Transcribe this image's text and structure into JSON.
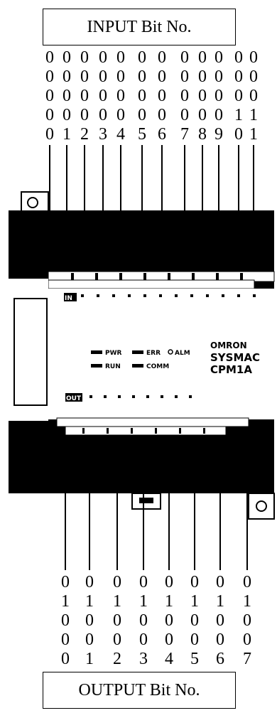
{
  "input_title": "INPUT Bit No.",
  "output_title": "OUTPUT Bit No.",
  "input_bits": [
    [
      "0",
      "0",
      "0",
      "0",
      "0"
    ],
    [
      "0",
      "0",
      "0",
      "0",
      "1"
    ],
    [
      "0",
      "0",
      "0",
      "0",
      "2"
    ],
    [
      "0",
      "0",
      "0",
      "0",
      "3"
    ],
    [
      "0",
      "0",
      "0",
      "0",
      "4"
    ],
    [
      "0",
      "0",
      "0",
      "0",
      "5"
    ],
    [
      "0",
      "0",
      "0",
      "0",
      "6"
    ],
    [
      "0",
      "0",
      "0",
      "0",
      "7"
    ],
    [
      "0",
      "0",
      "0",
      "0",
      "8"
    ],
    [
      "0",
      "0",
      "0",
      "0",
      "9"
    ],
    [
      "0",
      "0",
      "0",
      "1",
      "0"
    ],
    [
      "0",
      "0",
      "0",
      "1",
      "1"
    ]
  ],
  "output_bits": [
    [
      "0",
      "1",
      "0",
      "0",
      "0"
    ],
    [
      "0",
      "1",
      "0",
      "0",
      "1"
    ],
    [
      "0",
      "1",
      "0",
      "0",
      "2"
    ],
    [
      "0",
      "1",
      "0",
      "0",
      "3"
    ],
    [
      "0",
      "1",
      "0",
      "0",
      "4"
    ],
    [
      "0",
      "1",
      "0",
      "0",
      "5"
    ],
    [
      "0",
      "1",
      "0",
      "0",
      "6"
    ],
    [
      "0",
      "1",
      "0",
      "0",
      "7"
    ]
  ],
  "device": {
    "brand": "OMRON",
    "model_line1": "SYSMAC",
    "model_line2": "CPM1A",
    "in_label": "IN",
    "out_label": "OUT",
    "indicators": [
      "PWR",
      "RUN",
      "ERR",
      "COMM",
      "ALM"
    ]
  }
}
